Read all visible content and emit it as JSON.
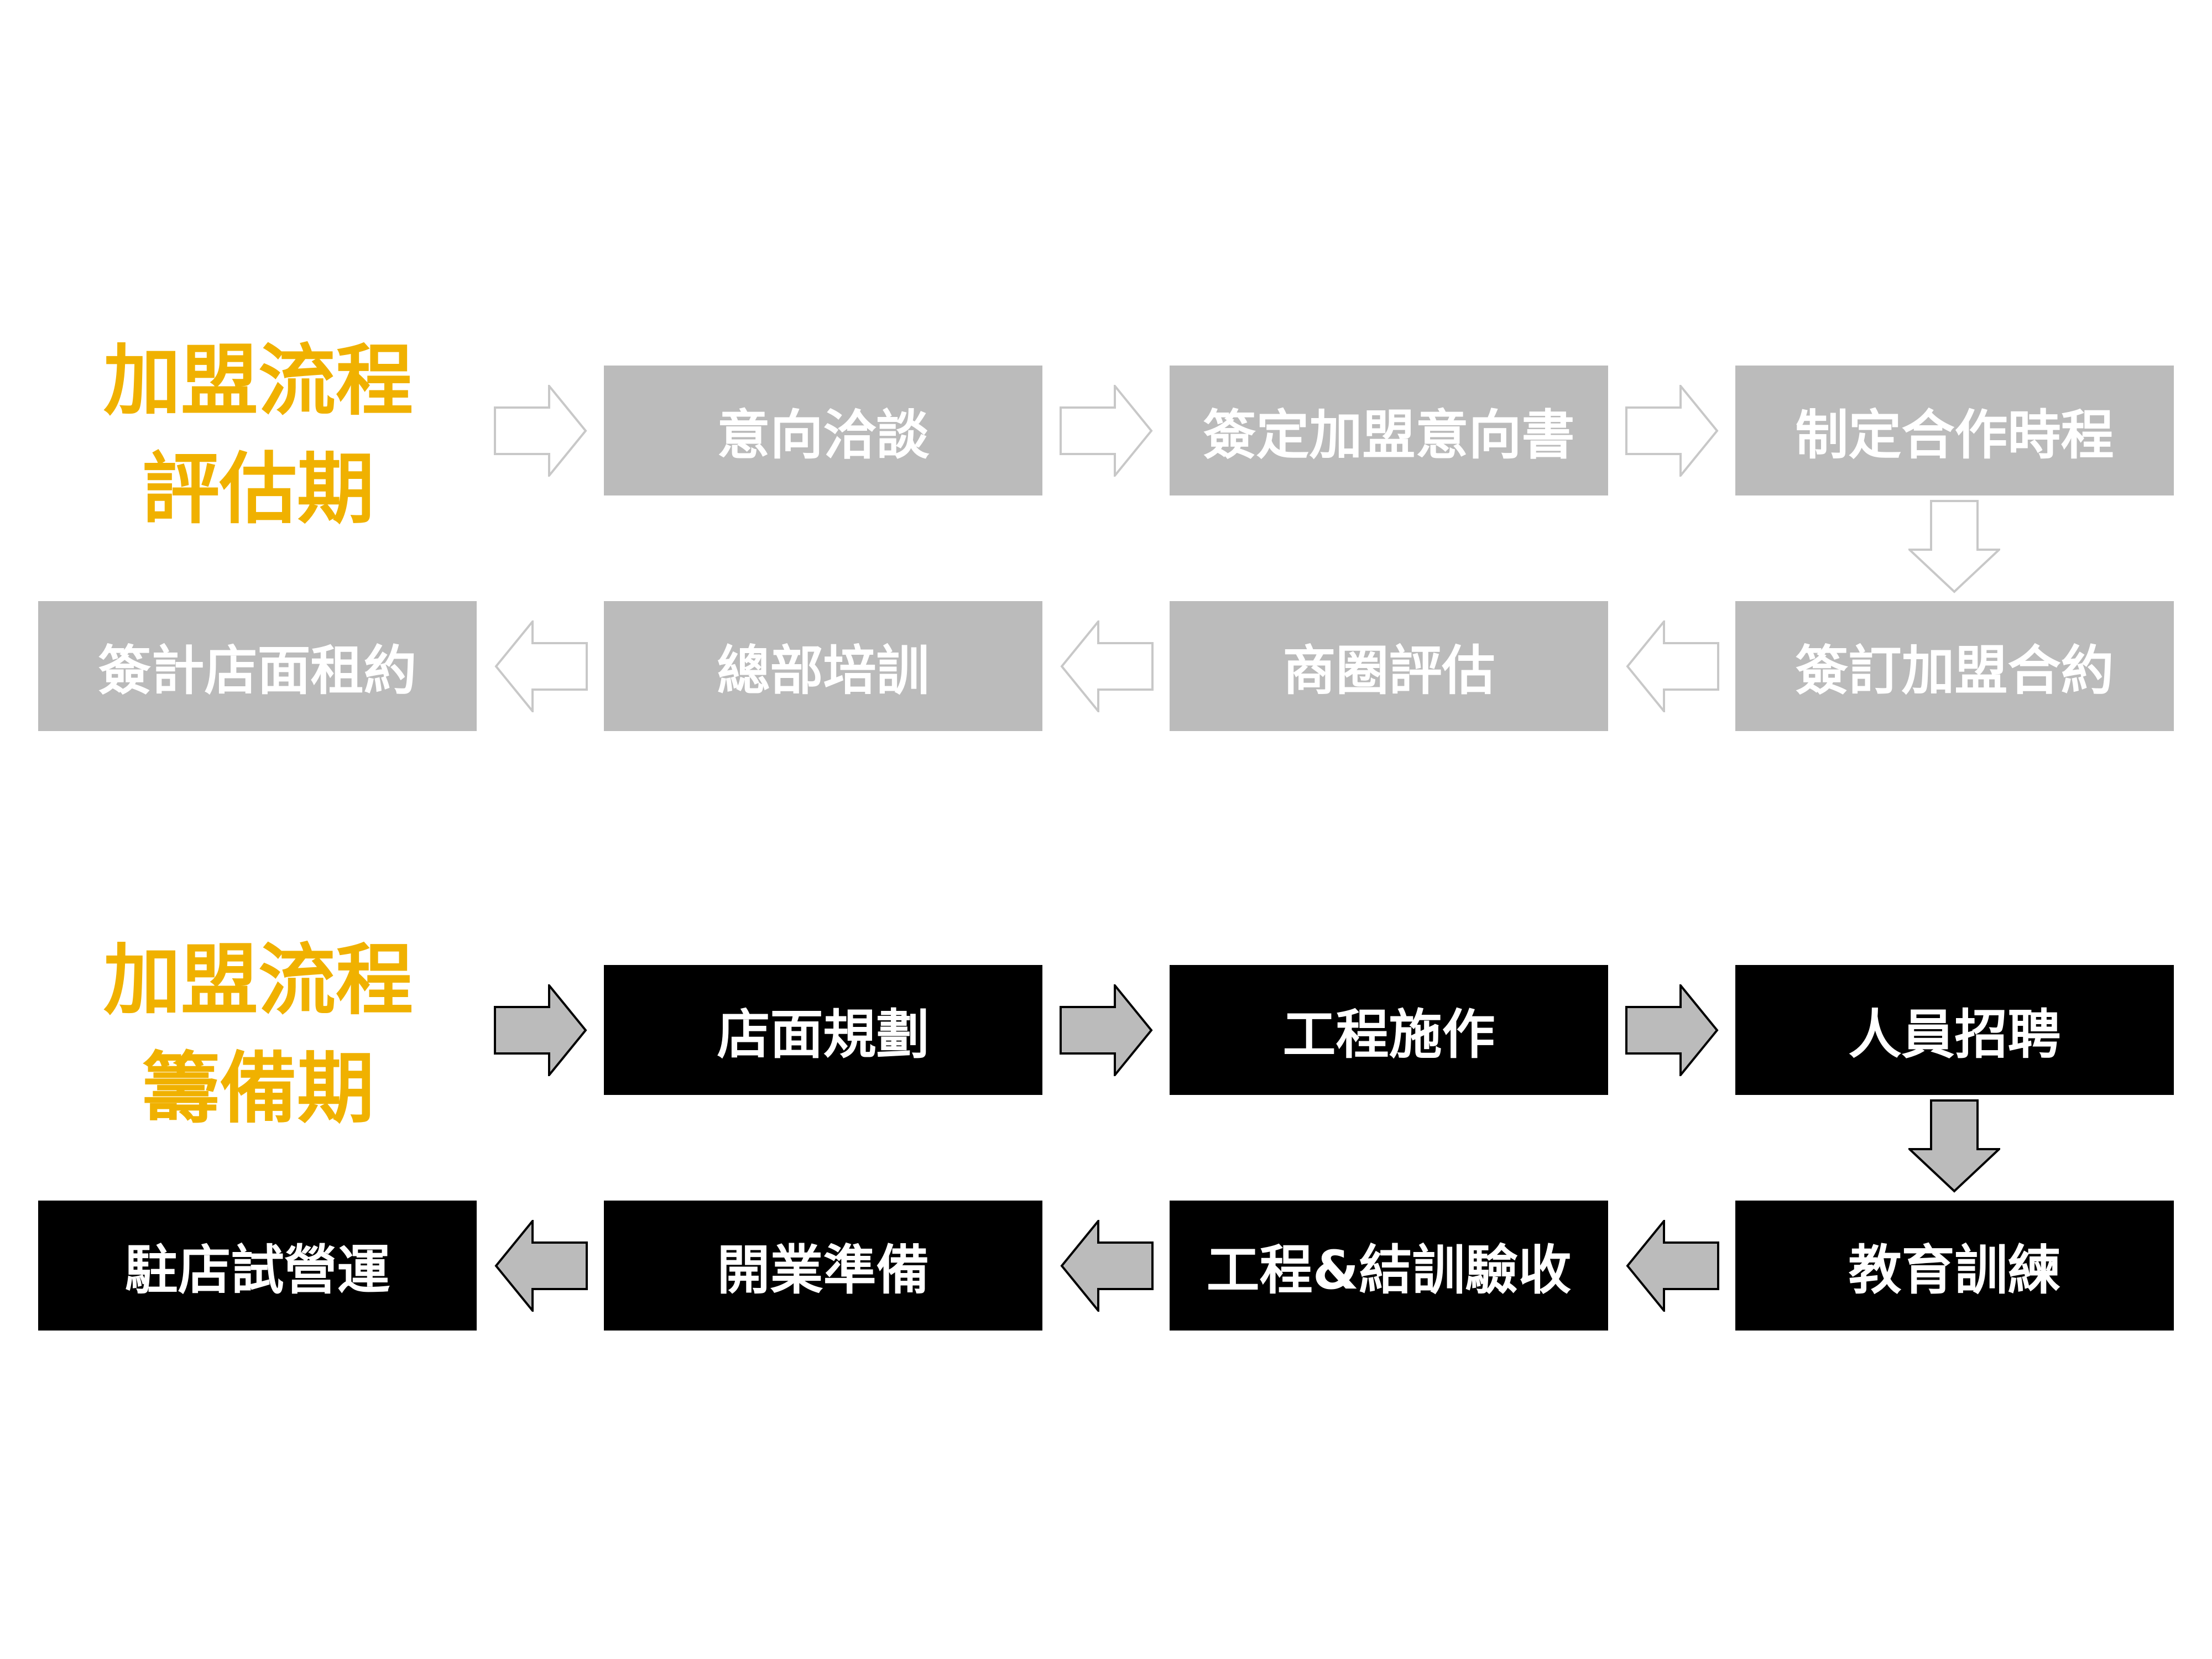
{
  "phase1": {
    "title_line1": "加盟流程",
    "title_line2": "評估期",
    "steps": [
      "意向洽談",
      "簽定加盟意向書",
      "制定合作時程",
      "簽訂加盟合約",
      "商圈評估",
      "總部培訓",
      "簽計店面租約"
    ]
  },
  "phase2": {
    "title_line1": "加盟流程",
    "title_line2": "籌備期",
    "steps": [
      "店面規劃",
      "工程施作",
      "人員招聘",
      "教育訓練",
      "工程&結訓驗收",
      "開業準備",
      "駐店試營運"
    ]
  },
  "colors": {
    "accent": "#f0b100",
    "phase1_box": "#bbbbbb",
    "phase2_box": "#000000",
    "arrow_fill": "#bbbbbb"
  }
}
